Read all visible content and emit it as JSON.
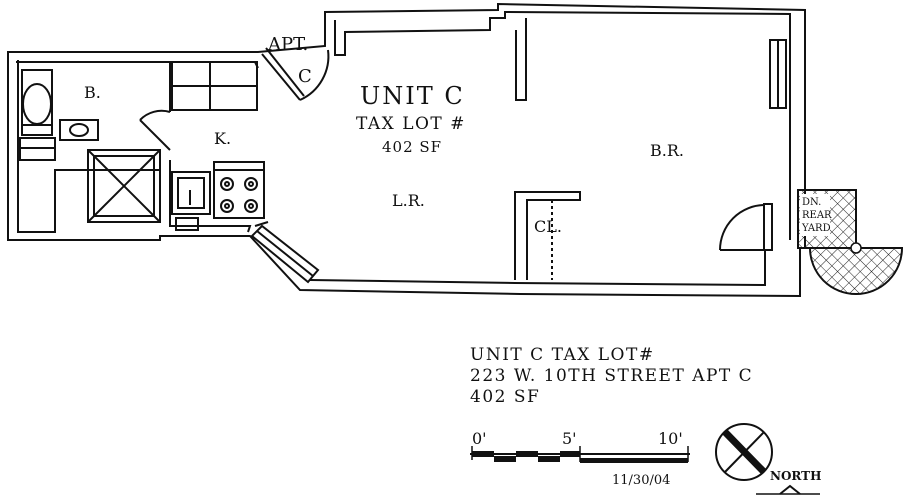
{
  "plan": {
    "rooms": {
      "bath": "B.",
      "kitchen": "K.",
      "living_room": "L.R.",
      "bedroom": "B.R.",
      "closet": "CL."
    },
    "apt_label": "APT.",
    "apt_letter": "C",
    "unit_title": "UNIT C",
    "tax_lot": "TAX LOT #",
    "area": "402 SF",
    "stair_lines": [
      "DN.",
      "REAR",
      "YARD"
    ]
  },
  "title_block": {
    "line1": "UNIT C TAX LOT#",
    "line2": "223  W. 10TH STREET APT C",
    "line3": "402 SF"
  },
  "scale": {
    "tick_0": "0'",
    "tick_5": "5'",
    "tick_10": "10'",
    "date": "11/30/04"
  },
  "north": {
    "label": "NORTH"
  }
}
